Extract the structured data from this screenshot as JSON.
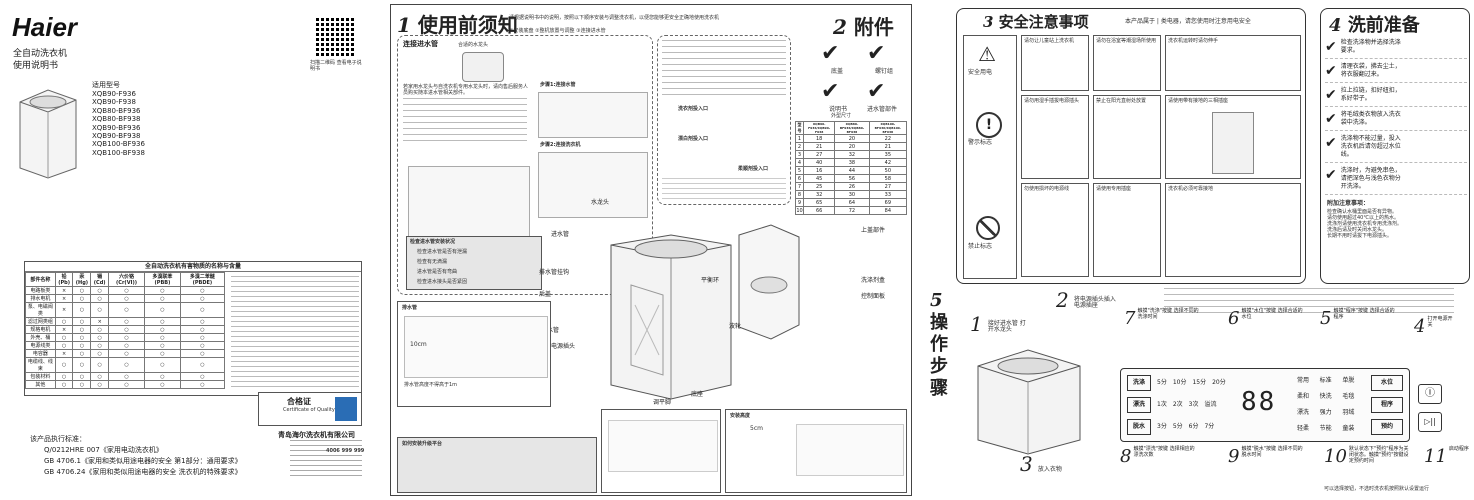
{
  "cover": {
    "brand": "Haier",
    "product": "全自动洗衣机",
    "manual": "使用说明书",
    "applicable_label": "适用型号",
    "models": [
      "XQB90-F936",
      "XQB90-F938",
      "XQB80-BF936",
      "XQB80-BF938",
      "XQB90-BF936",
      "XQB90-BF938",
      "XQB100-BF936",
      "XQB100-BF938"
    ],
    "qr_caption": "扫描二维码 查看电子说明书",
    "hazard_title": "全自动洗衣机有害物质的名称与含量",
    "hazard_headers": [
      "部件名称",
      "铅(Pb)",
      "汞(Hg)",
      "镉(Cd)",
      "六价铬(Cr(VI))",
      "多溴联苯(PBB)",
      "多溴二苯醚(PBDE)"
    ],
    "hazard_rows": [
      [
        "电路板类",
        "×",
        "○",
        "○",
        "○",
        "○",
        "○"
      ],
      [
        "排水电机",
        "×",
        "○",
        "○",
        "○",
        "○",
        "○"
      ],
      [
        "泵、电磁阀类",
        "×",
        "○",
        "○",
        "○",
        "○",
        "○"
      ],
      [
        "滤过网类组",
        "○",
        "○",
        "×",
        "○",
        "○",
        "○"
      ],
      [
        "规格电机",
        "×",
        "○",
        "○",
        "○",
        "○",
        "○"
      ],
      [
        "外壳、桶",
        "○",
        "○",
        "○",
        "○",
        "○",
        "○"
      ],
      [
        "电源线类",
        "○",
        "○",
        "○",
        "○",
        "○",
        "○"
      ],
      [
        "电容器",
        "×",
        "○",
        "○",
        "○",
        "○",
        "○"
      ],
      [
        "电缆线、线束",
        "○",
        "○",
        "○",
        "○",
        "○",
        "○"
      ],
      [
        "包装材料",
        "○",
        "○",
        "○",
        "○",
        "○",
        "○"
      ],
      [
        "其他",
        "○",
        "○",
        "○",
        "○",
        "○",
        "○"
      ]
    ],
    "cert_title": "合格证",
    "cert_sub": "Certificate of Quality",
    "company": "青岛海尔洗衣机有限公司",
    "standards_title": "该产品执行标准：",
    "standards": [
      "Q/0212HRE 007《家用电动洗衣机》",
      "GB 4706.1《家用和类似用途电器的安全 第1部分：通用要求》",
      "GB 4706.24《家用和类似用途电器的安全 洗衣机的特殊要求》"
    ],
    "hotline": "4006 999 999"
  },
  "section1": {
    "num": "1",
    "title": "使用前须知",
    "subtitle": "请根据说明书中的说明，按照以下顺序安装与调整洗衣机，以便您能够更安全正确地使用洗衣机",
    "steps_intro": "①安装底盘  ②整机放置与调整  ③连接进水管",
    "inlet_title": "连接进水管",
    "faucet_label": "合适的水龙头",
    "inlet_text": "若家用水龙头与自洗衣机专用水龙头时，请向售后服务人员购买随本进水管相关部件。",
    "step1": "步骤1:连接水管",
    "step2": "步骤2:连接洗衣机",
    "fig_tap": "水龙头",
    "fig_inlet": "进水管接头",
    "fig_drain": "排水管",
    "fig_power": "电源插头",
    "check_title": "检查进水管安装状况",
    "check_items": [
      "检查进水管是否有泄漏",
      "检查有无滴漏",
      "进水管是否有弯曲",
      "检查进水接头是否紧固"
    ],
    "drain_title": "排水管",
    "drain_height": "10cm",
    "drain_note": "排水管高度不得高于1m",
    "level_title": "安装高度",
    "level_value": "5cm",
    "move_title": "如何安装升级平台",
    "labels": [
      "进水管",
      "电源插头",
      "水龙头",
      "排水管挂钩",
      "后盖",
      "底座",
      "调平脚",
      "波轮",
      "离心桶",
      "控制面板",
      "洗涤剂盒",
      "上盖部件",
      "平衡环",
      "洗涤剂盒",
      "排水管",
      "电源线"
    ]
  },
  "section2": {
    "num": "2",
    "title": "附件",
    "items": [
      "底盖",
      "螺钉组",
      "说明书",
      "进水管部件"
    ],
    "table_title": "外型尺寸",
    "table_headers": [
      "型号",
      "XQB90-F936/XQB90-F938",
      "XQB80-BF936/XQB80-BF938",
      "XQB100-BF936/XQB100-BF938"
    ],
    "table_rows": [
      [
        "1",
        "18",
        "20",
        "22"
      ],
      [
        "2",
        "21",
        "20",
        "21"
      ],
      [
        "3",
        "27",
        "32",
        "35"
      ],
      [
        "4",
        "40",
        "38",
        "42"
      ],
      [
        "5",
        "16",
        "44",
        "50"
      ],
      [
        "6",
        "45",
        "56",
        "58"
      ],
      [
        "7",
        "25",
        "26",
        "27"
      ],
      [
        "8",
        "32",
        "30",
        "33"
      ],
      [
        "9",
        "65",
        "64",
        "69"
      ],
      [
        "10",
        "66",
        "72",
        "84"
      ]
    ],
    "parts": [
      "洗衣剂投入口",
      "柔顺剂投入口",
      "漂白剂投入口"
    ]
  },
  "section3": {
    "num": "3",
    "title": "安全注意事项",
    "subtitle": "本产品属于 | 类电器，请您使用时注意用电安全",
    "warn_labels": [
      "安全用电",
      "警示标志",
      "禁止标志"
    ],
    "notes": [
      "请勿让儿童站上洗衣机",
      "请勿在浴室等潮湿场所使用",
      "洗衣机运转时请勿伸手",
      "请勿用湿手插拔电源插头",
      "禁止在阳光直射处放置",
      "勿使用损坏的电源线",
      "请使用专用插座",
      "洗衣机必须可靠接地"
    ],
    "ground_note": "请使用带有接地的三相插座"
  },
  "section4": {
    "num": "4",
    "title": "洗前准备",
    "items": [
      "检查洗涤物并选择洗涤要求。",
      "清理衣袋，拂去尘土，将衣服翻过来。",
      "拉上拉链，扣好纽扣，系好带子。",
      "将毛绒类衣物放入洗衣袋中洗涤。",
      "洗涤物不能过量，投入洗衣机后请勿超过水位线。",
      "洗涤时，为避免串色，请把深色与浅色衣物分开洗涤。"
    ],
    "notes_title": "附加注意事项：",
    "notes": [
      "检查确认水桶里面是否有异物。",
      "请勿使用超过40℃以上的热水。",
      "洗涤剂请使用洗衣机专用洗涤剂。",
      "洗涤后请及时关闭水龙头。",
      "长期不用时请拔下电源插头。"
    ]
  },
  "section5": {
    "num": "5",
    "title": "操作步骤",
    "steps": [
      {
        "n": "1",
        "text": "接好进水管 打开水龙头"
      },
      {
        "n": "2",
        "text": "将电源插头插入电源插座"
      },
      {
        "n": "3",
        "text": "放入衣物"
      },
      {
        "n": "4",
        "text": "打开电源开关"
      },
      {
        "n": "5",
        "text": "触摸\"程序\"按键 选择合适的程序"
      },
      {
        "n": "6",
        "text": "触摸\"水位\"按键 选择合适的水位"
      },
      {
        "n": "7",
        "text": "触摸\"洗涤\"按键 选择不同的洗涤时间"
      },
      {
        "n": "8",
        "text": "触摸\"漂洗\"按键 选择相应的漂洗次数"
      },
      {
        "n": "9",
        "text": "触摸\"脱水\"按键 选择不同的脱水时间"
      },
      {
        "n": "10",
        "text": "默认状态下\"预约\"程序为关闭状态。触摸\"预约\"按键设定预约时间"
      },
      {
        "n": "11",
        "text": "启动程序"
      }
    ],
    "panel": {
      "buttons_left": [
        "洗涤",
        "漂洗",
        "脱水"
      ],
      "wash_times": [
        "5分",
        "10分",
        "15分",
        "20分"
      ],
      "rinse_times": [
        "1次",
        "2次",
        "3次",
        "溢流"
      ],
      "spin_times": [
        "3分",
        "5分",
        "6分",
        "7分"
      ],
      "display": "88",
      "programs": [
        "常用",
        "标准",
        "单脱",
        "柔和",
        "快洗",
        "毛毯",
        "漂洗",
        "强力",
        "羽绒",
        "轻柔",
        "节能",
        "童装"
      ],
      "buttons_right": [
        "水位",
        "程序",
        "预约"
      ],
      "power": "Ⓘ",
      "start": "▷||"
    },
    "footnote": "可以选择按钮，不选时洗衣机按照默认设置运行"
  }
}
